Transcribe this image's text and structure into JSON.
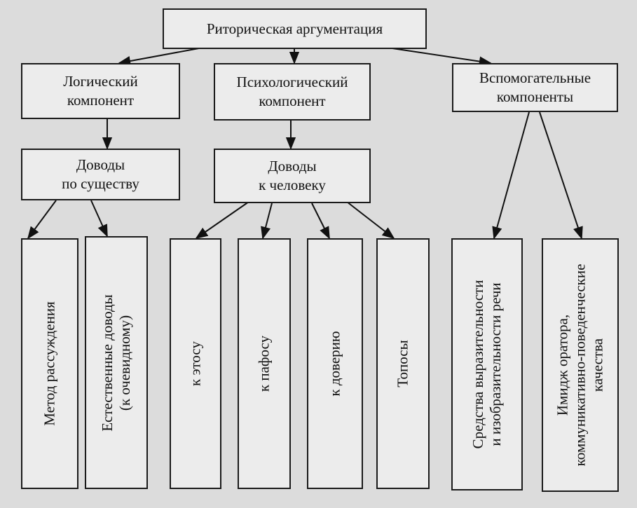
{
  "title": "Риторическая аргументация",
  "level1": [
    {
      "line1": "Логический",
      "line2": "компонент"
    },
    {
      "line1": "Психологический",
      "line2": "компонент"
    },
    {
      "line1": "Вспомогательные",
      "line2": "компоненты"
    }
  ],
  "level2": [
    {
      "line1": "Доводы",
      "line2": "по существу"
    },
    {
      "line1": "Доводы",
      "line2": "к человеку"
    }
  ],
  "leaves": [
    {
      "line1": "Метод рассуждения",
      "line2": ""
    },
    {
      "line1": "Естественные доводы",
      "line2": "(к очевидному)"
    },
    {
      "line1": "к этосу",
      "line2": ""
    },
    {
      "line1": "к пафосу",
      "line2": ""
    },
    {
      "line1": "к доверию",
      "line2": ""
    },
    {
      "line1": "Топосы",
      "line2": ""
    },
    {
      "line1": "Средства выразительности",
      "line2": "и изобразительности речи"
    },
    {
      "line1": "Имидж оратора,",
      "line2": "коммуникативно-поведенческие",
      "line3": "качества"
    }
  ]
}
